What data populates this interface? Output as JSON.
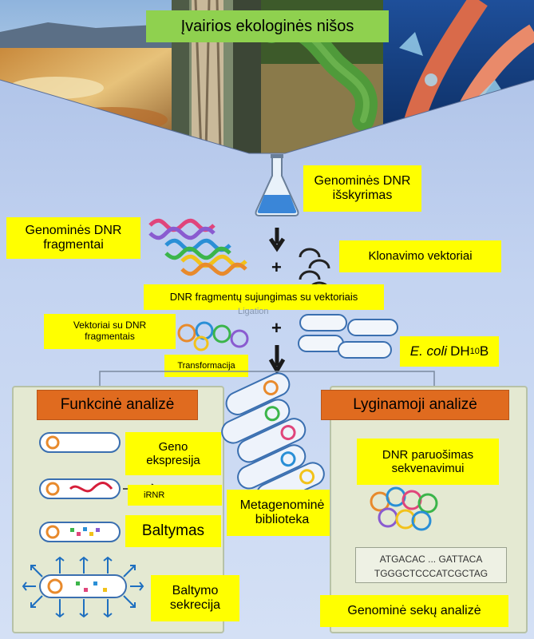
{
  "title": "Įvairios ekologinės nišos",
  "steps": {
    "dna_isolation": "Genominės DNR išskyrimas",
    "dna_fragments": "Genominės DNR fragmentai",
    "cloning_vectors": "Klonavimo vektoriai",
    "ligation": "DNR fragmentų sujungimas su vektoriais",
    "ligation_faded": "Ligation",
    "vectors_with_fragments": "Vektoriai su DNR fragmentais",
    "transformation": "Transformacija",
    "host_name": "E. coli",
    "host_strain": "DH",
    "host_subscript": "10",
    "host_suffix": "B",
    "plus": "+"
  },
  "library": {
    "label": "Metagenominė biblioteka"
  },
  "functional": {
    "title": "Funkcinė analizė",
    "gene_expression": "Geno ekspresija",
    "mrna": "iRNR",
    "protein": "Baltymas",
    "protein_secretion": "Baltymo sekrecija"
  },
  "comparative": {
    "title": "Lyginamoji analizė",
    "dna_prep": "DNR paruošimas sekvenavimui",
    "sequence_1": "ATGACAC ... GATTACA",
    "sequence_2": "TGGGCTCCCATCGCTAG",
    "genome_analysis": "Genominė sekų analizė"
  },
  "colors": {
    "label_bg": "#ffff00",
    "panel_title_bg": "#e06b1f",
    "panel_bg": "#e4e9d2",
    "vector_colors": [
      "#e88a2c",
      "#2a8fd6",
      "#3bb54a",
      "#e0457b",
      "#f2c21a",
      "#8a5bd0"
    ]
  }
}
